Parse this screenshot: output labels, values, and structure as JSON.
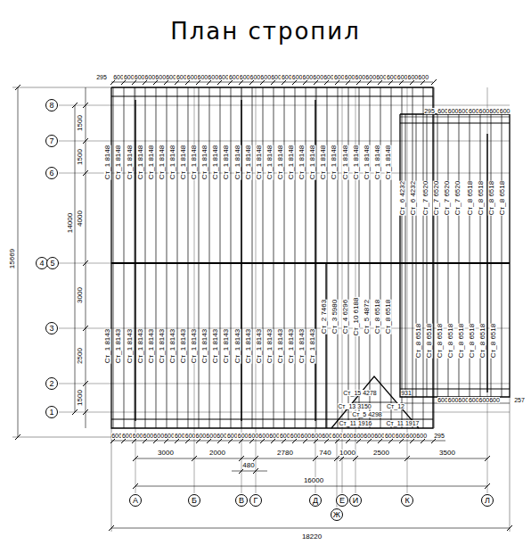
{
  "diagram": {
    "title": "План стропил",
    "nodes": [
      {
        "text": [
          "8"
        ]
      },
      {
        "text": [
          "7"
        ]
      },
      {
        "text": [
          "6"
        ]
      },
      {
        "text": [
          "4"
        ]
      },
      {
        "text": [
          "5"
        ]
      },
      {
        "text": [
          "3"
        ]
      },
      {
        "text": [
          "2"
        ]
      },
      {
        "text": [
          "1"
        ]
      },
      {
        "text": [
          "А"
        ]
      },
      {
        "text": [
          "Б"
        ]
      },
      {
        "text": [
          "В"
        ]
      },
      {
        "text": [
          "Г"
        ]
      },
      {
        "text": [
          "Д"
        ]
      },
      {
        "text": [
          "Ж"
        ]
      },
      {
        "text": [
          "Е"
        ]
      },
      {
        "text": [
          "И"
        ]
      },
      {
        "text": [
          "К"
        ]
      },
      {
        "text": [
          "Л"
        ]
      }
    ],
    "labels": [
      "295",
      "600",
      "600",
      "600",
      "600",
      "600",
      "600",
      "600",
      "600",
      "600",
      "600",
      "600",
      "600",
      "600",
      "600",
      "600",
      "600",
      "600",
      "600",
      "600",
      "600",
      "600",
      "600",
      "600",
      "600",
      "600",
      "600",
      "600",
      "600",
      "600",
      "600",
      "295",
      "600",
      "600",
      "600",
      "600",
      "600",
      "600",
      "600",
      "1500",
      "1500",
      "4000",
      "3000",
      "2500",
      "1500",
      "14000",
      "15669",
      "Ст_1 8148",
      "Ст_1 8148",
      "Ст_1 8148",
      "Ст_1 8148",
      "Ст_1 8148",
      "Ст_1 8148",
      "Ст_1 8148",
      "Ст_1 8148",
      "Ст_1 8148",
      "Ст_1 8148",
      "Ст_1 8148",
      "Ст_1 8148",
      "Ст_1 8148",
      "Ст_1 8148",
      "Ст_1 8148",
      "Ст_1 8148",
      "Ст_1 8148",
      "Ст_1 8148",
      "Ст_1 8148",
      "Ст_1 8148",
      "Ст_1 8148",
      "Ст_1 8148",
      "Ст_1 8148",
      "Ст_1 8148",
      "Ст_1 8148",
      "Ст_1 8148",
      "Ст_1 8148",
      "Ст_6 4232",
      "Ст_6 4232",
      "Ст_7 6520",
      "Ст_7 6520",
      "Ст_7 6520",
      "Ст_7 6520",
      "Ст_8 6518",
      "Ст_8 6518",
      "Ст_8 6518",
      "Ст_8 6518",
      "Ст_1 8143",
      "Ст_1 8143",
      "Ст_1 8143",
      "Ст_1 8143",
      "Ст_1 8143",
      "Ст_1 8143",
      "Ст_1 8143",
      "Ст_1 8143",
      "Ст_1 8143",
      "Ст_1 8143",
      "Ст_1 8143",
      "Ст_1 8143",
      "Ст_1 8143",
      "Ст_1 8143",
      "Ст_1 8143",
      "Ст_1 8143",
      "Ст_1 8143",
      "Ст_1 8143",
      "Ст_1 8143",
      "Ст_1 8143",
      "Ст_2 7463",
      "Ст_3 5980",
      "Ст_4 6296",
      "Ст_10 6188",
      "Ст_5 4872",
      "Ст_8 6518",
      "Ст_8 6518",
      "Ст_8 6518",
      "Ст_8 6518",
      "Ст_8 6518",
      "Ст_8 6518",
      "Ст_8 6518",
      "Ст_8 6518",
      "Ст_8 6518",
      "Ст_8 6518",
      "Ст_15 4278",
      "931",
      "Ст_13 3150",
      "Ст_12",
      "Ст_5 4298",
      "Ст_11 1916",
      "Ст_11 1917",
      "600",
      "600",
      "600",
      "600",
      "600",
      "600",
      "257",
      "600",
      "600",
      "600",
      "600",
      "600",
      "600",
      "600",
      "600",
      "600",
      "600",
      "600",
      "600",
      "600",
      "600",
      "600",
      "600",
      "600",
      "600",
      "600",
      "600",
      "600",
      "600",
      "600",
      "600",
      "600",
      "600",
      "600",
      "600",
      "600",
      "600",
      "295",
      "3000",
      "2000",
      "2780",
      "740",
      "1000",
      "2500",
      "3500",
      "480",
      "16000",
      "18220"
    ]
  }
}
